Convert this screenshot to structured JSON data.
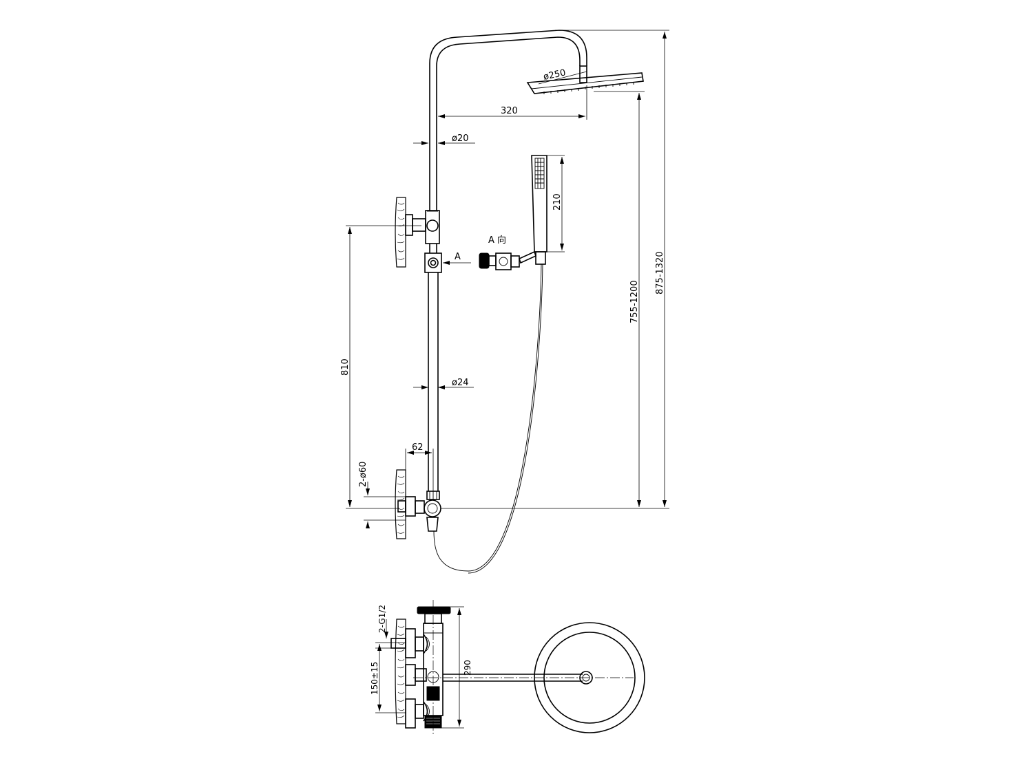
{
  "labels": {
    "showerhead_diameter": "ø250",
    "arm_reach": "320",
    "upper_pipe_diameter": "ø20",
    "hand_shower_length": "210",
    "view_a_label": "A  向",
    "view_arrow_label": "A",
    "rail_height_range": "755-1200",
    "total_height_range": "875-1320",
    "bracket_spacing": "810",
    "lower_pipe_diameter": "ø24",
    "wall_offset": "62",
    "flange_diameter": "2-ø60",
    "inlet_thread": "2-G1/2",
    "inlet_spacing": "150±15",
    "mixer_height": "290"
  }
}
